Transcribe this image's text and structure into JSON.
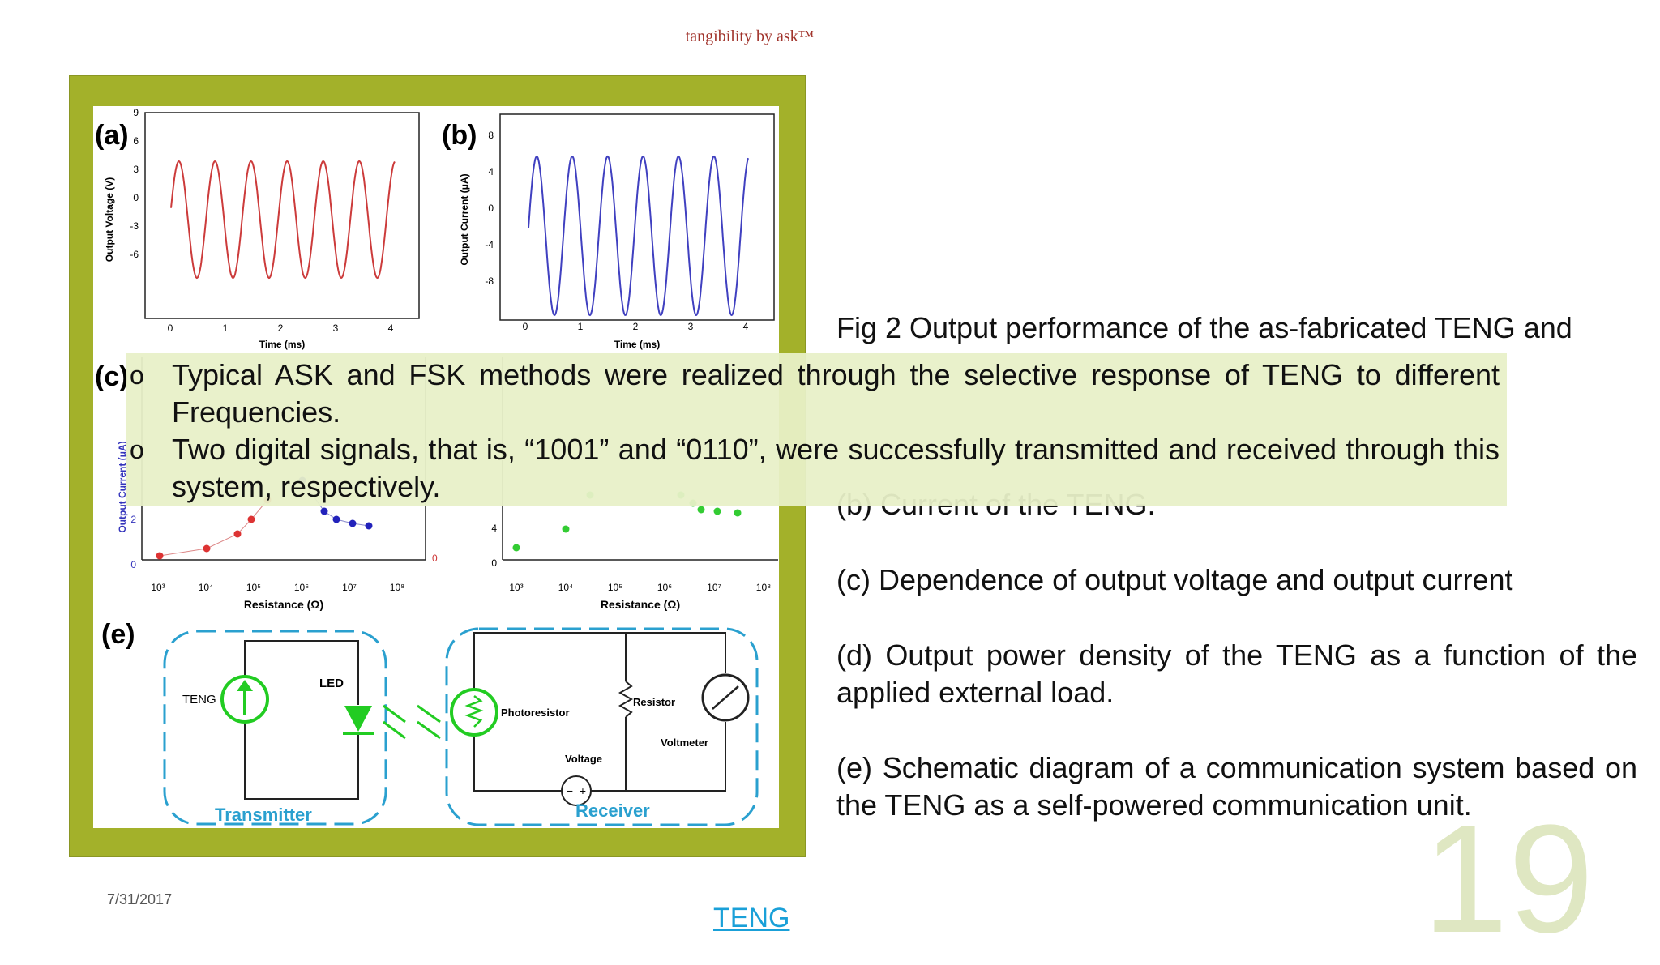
{
  "header": {
    "brand": "tangibility by ask™"
  },
  "figure": {
    "panel_labels": {
      "a": "(a)",
      "b": "(b)",
      "c": "(c)",
      "e": "(e)"
    },
    "panel_a": {
      "ylabel": "Output Voltage (V)",
      "xlabel": "Time (ms)",
      "yticks": [
        "9",
        "6",
        "3",
        "0",
        "-3",
        "-6"
      ],
      "xticks": [
        "0",
        "1",
        "2",
        "3",
        "4"
      ],
      "color": "#cc3b3b"
    },
    "panel_b": {
      "ylabel": "Output Current (μA)",
      "xlabel": "Time (ms)",
      "yticks": [
        "8",
        "4",
        "0",
        "-4",
        "-8"
      ],
      "xticks": [
        "0",
        "1",
        "2",
        "3",
        "4"
      ],
      "color": "#4040c0"
    },
    "panel_c": {
      "ylabel": "Output Current (μA)",
      "xlabel": "Resistance (Ω)",
      "yticks": [
        "2",
        "0"
      ],
      "xticks": [
        "10³",
        "10⁴",
        "10⁵",
        "10⁶",
        "10⁷",
        "10⁸"
      ],
      "right_tick": "0"
    },
    "panel_d": {
      "xlabel": "Resistance (Ω)",
      "yticks": [
        "4",
        "0"
      ],
      "xticks": [
        "10³",
        "10⁴",
        "10⁵",
        "10⁶",
        "10⁷",
        "10⁸"
      ]
    },
    "panel_e": {
      "teng": "TENG",
      "led": "LED",
      "photoresistor": "Photoresistor",
      "resistor": "Resistor",
      "voltmeter": "Voltmeter",
      "voltage": "Voltage",
      "transmitter": "Transmitter",
      "receiver": "Receiver"
    }
  },
  "caption": {
    "line1": "Fig 2 Output performance of the as-fabricated TENG and",
    "b": "(b) Current of the TENG.",
    "c": "(c) Dependence of output voltage and output current",
    "d": "(d) Output power density of the TENG as a function of the applied external load.",
    "e": "(e) Schematic diagram of a communication system based on the TENG as a self-powered communication unit."
  },
  "bullets": [
    {
      "mark": "o",
      "text": "Typical ASK and FSK methods were realized through the selective response of TENG to different Frequencies."
    },
    {
      "mark": "o",
      "text": "Two digital signals, that is, “1001” and “0110”, were successfully transmitted and received through this system, respectively."
    }
  ],
  "footer": {
    "date": "7/31/2017",
    "link": "TENG",
    "slide_number": "19"
  },
  "colors": {
    "frame": "#a3b12a",
    "overlay": "#e8f0c8",
    "header": "#a0322a",
    "link": "#1aa0d8",
    "slide_number": "#dfe7c2"
  }
}
